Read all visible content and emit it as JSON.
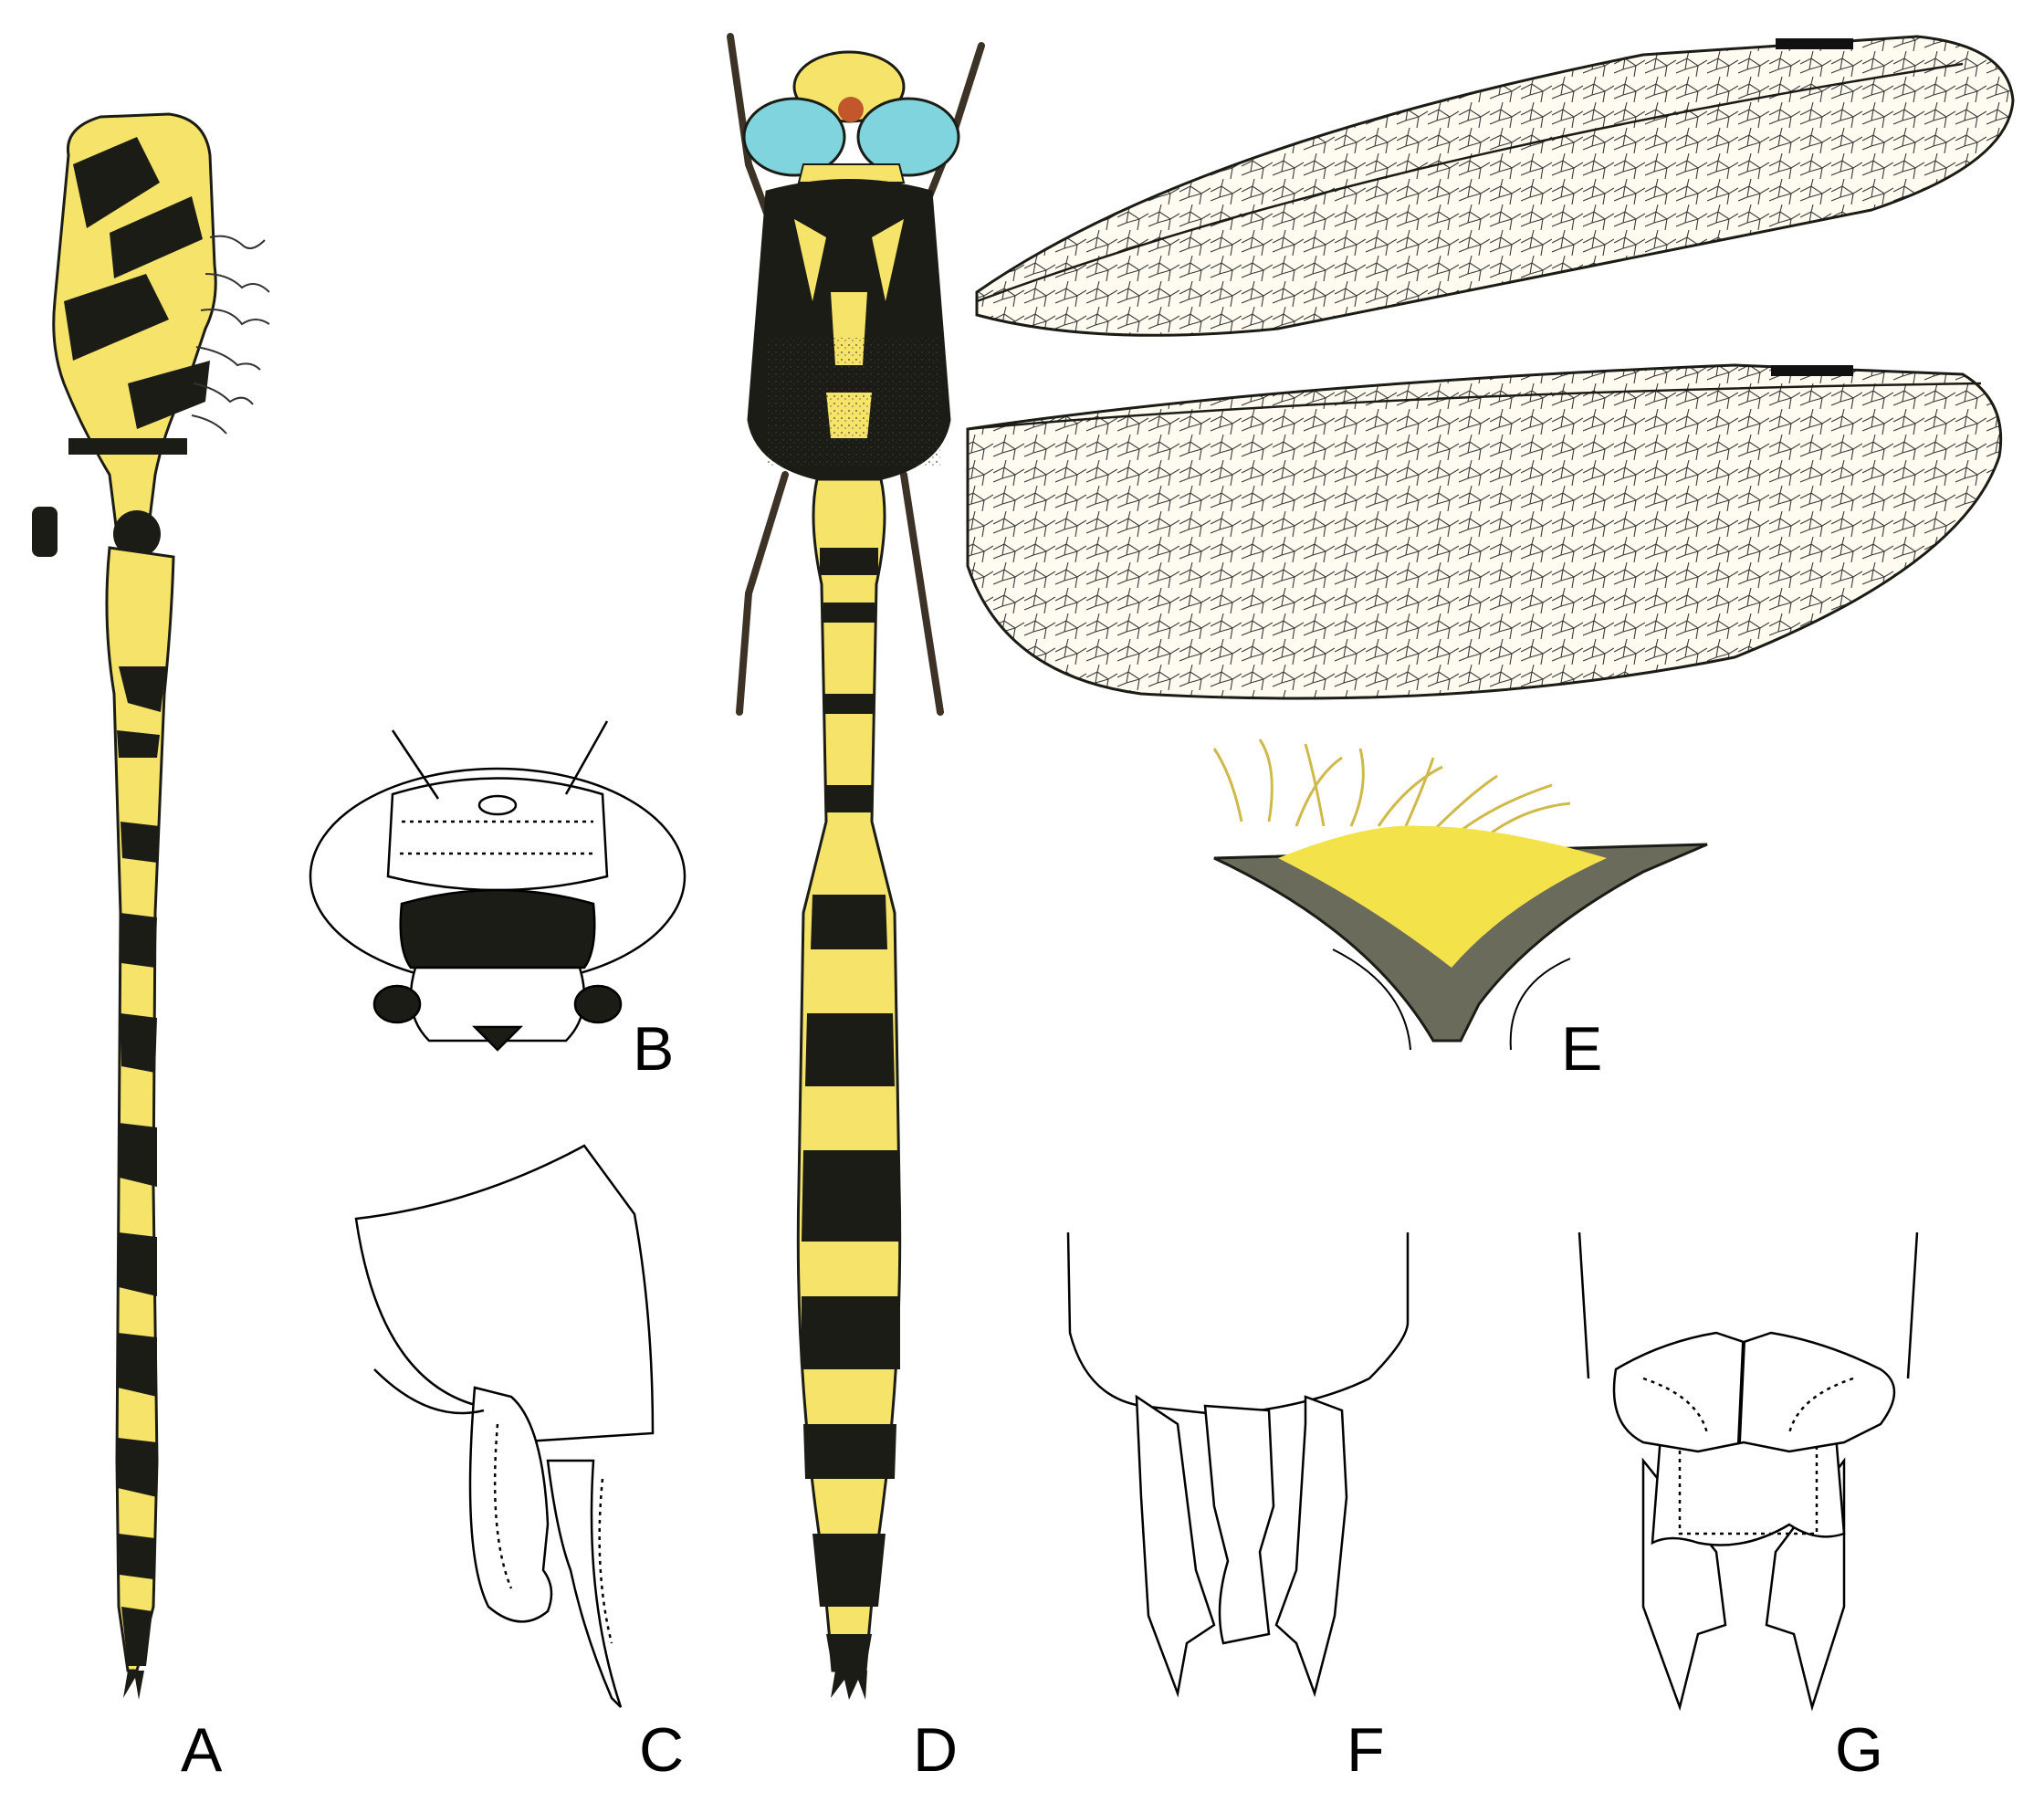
{
  "figure": {
    "panels": [
      {
        "id": "A",
        "label": "A",
        "drawing": "abdomen-lateral-view"
      },
      {
        "id": "B",
        "label": "B",
        "drawing": "head-frontal-view"
      },
      {
        "id": "C",
        "label": "C",
        "drawing": "anal-appendages-lateral-view"
      },
      {
        "id": "D",
        "label": "D",
        "drawing": "habitus-dorsal-view"
      },
      {
        "id": "E",
        "label": "E",
        "drawing": "vulvar-scale-ventral-view"
      },
      {
        "id": "F",
        "label": "F",
        "drawing": "anal-appendages-dorsal-view"
      },
      {
        "id": "G",
        "label": "G",
        "drawing": "anal-appendages-ventral-view"
      }
    ],
    "colors": {
      "yellow": "#f6e46a",
      "black": "#1c1c16",
      "eye_blue": "#7fd4dd",
      "wing_membrane": "#fffbf0",
      "venation": "#3a3a3a",
      "pterostigma": "#111111",
      "line_art": "#000000"
    }
  }
}
